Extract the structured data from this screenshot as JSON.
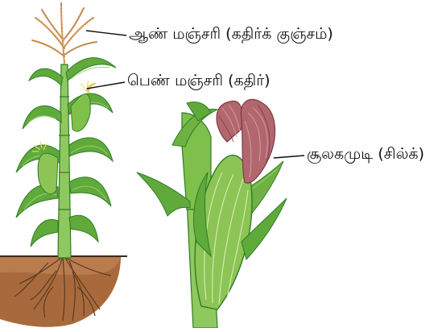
{
  "labels": {
    "male_inflorescence": "ஆண் மஞ்சரி (கதிர்க் குஞ்சம்)",
    "female_inflorescence": "பெண் மஞ்சரி (கதிர்)",
    "silk": "சூலகமுடி (சில்க்)"
  },
  "colors": {
    "leaf": "#5faa3b",
    "leaf_dark": "#2f7d26",
    "leaf_light": "#9ccf6a",
    "stem": "#8fc85f",
    "tassel": "#d9a25a",
    "soil": "#a86a3c",
    "root": "#5a3a22",
    "silk": "#b2676f",
    "silk_dark": "#7e3a44",
    "cob": "#c9c86e",
    "line": "#111111"
  },
  "icons": [
    "maize-plant-illustration",
    "maize-ear-closeup-illustration"
  ]
}
